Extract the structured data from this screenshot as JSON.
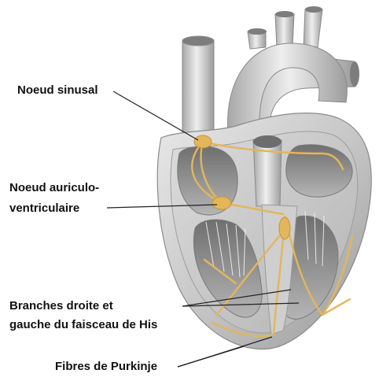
{
  "labels": {
    "sinoatrial_node": "Noeud sinusal",
    "av_node_line1": "Noeud auriculo-",
    "av_node_line2": "ventriculaire",
    "bundle_branches_line1": "Branches droite et",
    "bundle_branches_line2": "gauche du faisceau de His",
    "purkinje_fibers": "Fibres de Purkinje"
  },
  "colors": {
    "heart_shade": "#c9c9c9",
    "heart_dark": "#8c8c8c",
    "conduction_path": "#e3b65a",
    "leader_line": "#222222",
    "label_text": "#111111"
  }
}
